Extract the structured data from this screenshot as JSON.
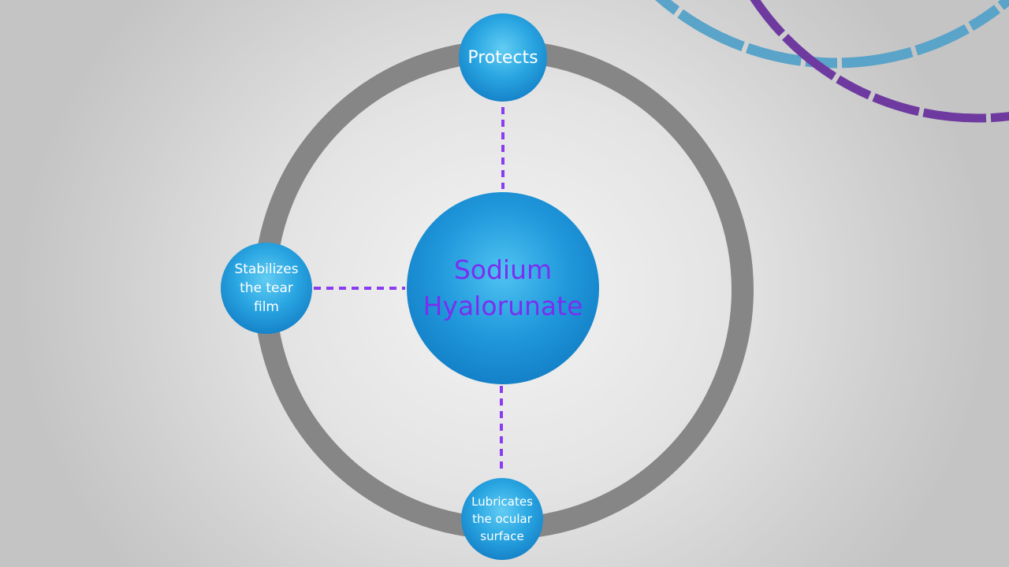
{
  "diagram": {
    "center": {
      "line1": "Sodium",
      "line2": "Hyalorunate"
    },
    "nodes": {
      "top": "Protects",
      "left": "Stabilizes\nthe tear\nfilm",
      "bottom": "Lubricates\nthe ocular\nsurface"
    }
  },
  "colors": {
    "ring": "#868686",
    "bubble_light": "#5cc8f0",
    "bubble_mid": "#29a3e0",
    "bubble_dark": "#1a86cc",
    "connector": "#8b3cf0",
    "center_text": "#7a2ff0",
    "deco_blue": "#5aa3c9",
    "deco_purple": "#6e3aa0"
  }
}
